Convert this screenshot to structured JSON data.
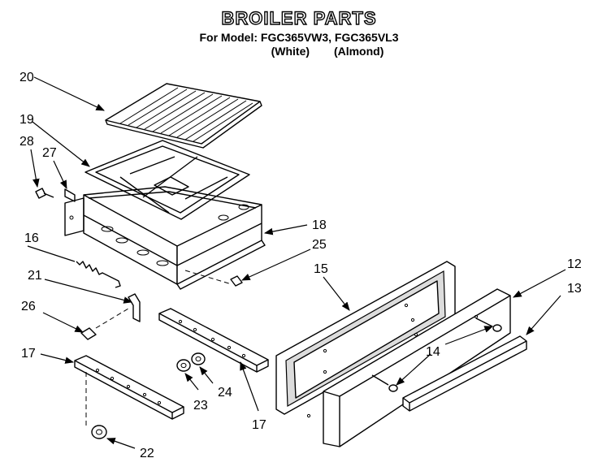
{
  "title": "BROILER PARTS",
  "model_line": "For Model: FGC365VW3, FGC365VL3",
  "variants": [
    "(White)",
    "(Almond)"
  ],
  "callouts": {
    "c20": "20",
    "c19": "19",
    "c28": "28",
    "c27": "27",
    "c18": "18",
    "c16": "16",
    "c25": "25",
    "c15": "15",
    "c12": "12",
    "c13": "13",
    "c21": "21",
    "c26": "26",
    "c14": "14",
    "c17a": "17",
    "c17b": "17",
    "c24": "24",
    "c23": "23",
    "c22": "22"
  }
}
